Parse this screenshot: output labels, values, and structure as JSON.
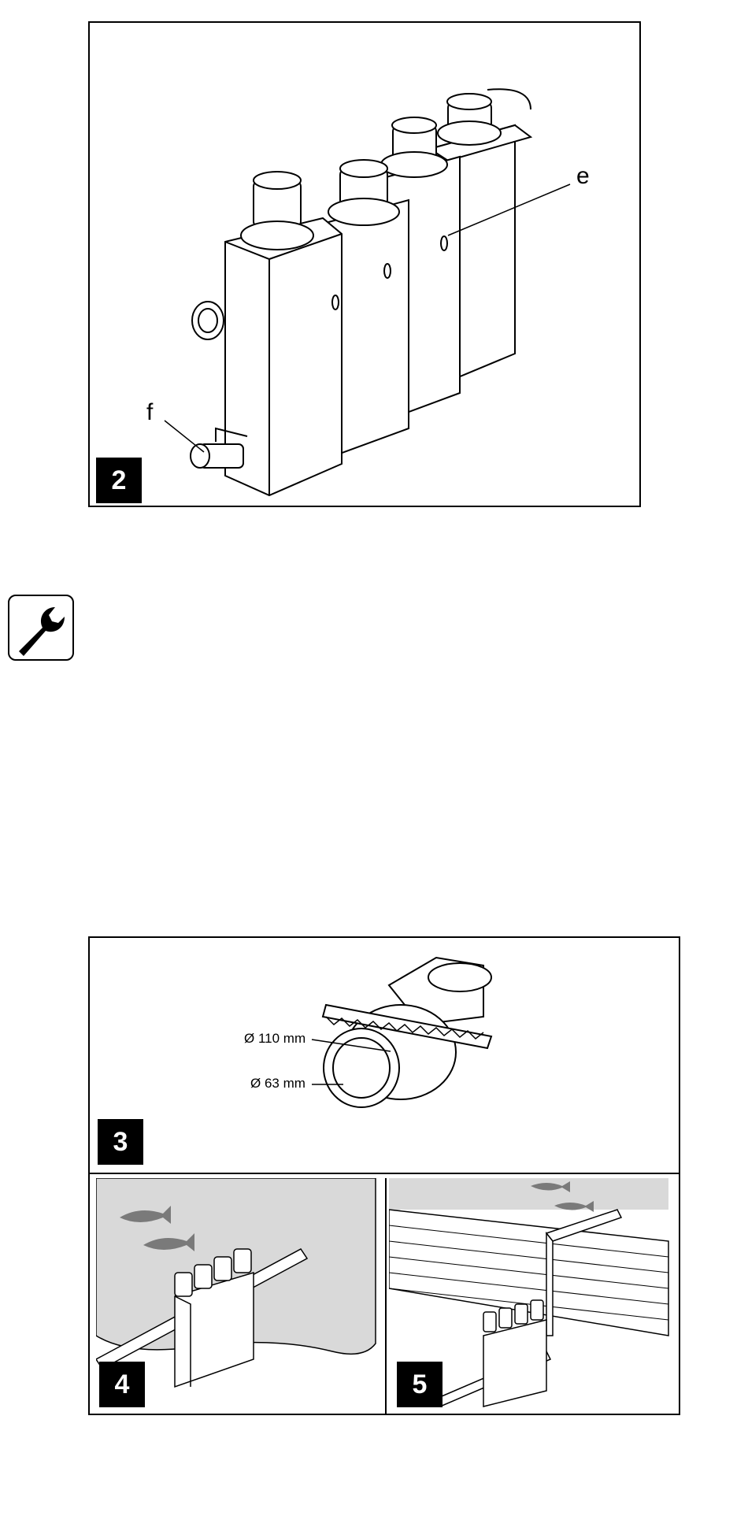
{
  "figures": [
    {
      "number": "2",
      "callouts": [
        "e",
        "f"
      ]
    },
    {
      "number": "3",
      "dimensions": [
        "110 mm",
        "63 mm"
      ],
      "diameter_symbol": "Ø"
    },
    {
      "number": "4"
    },
    {
      "number": "5"
    }
  ],
  "icons": {
    "tool": "wrench-icon"
  }
}
